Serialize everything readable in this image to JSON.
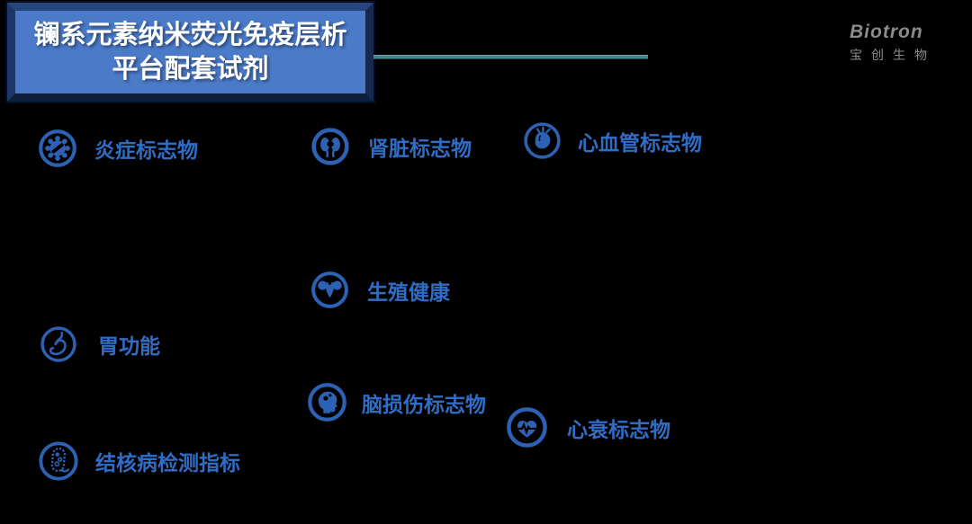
{
  "slide": {
    "background": "#000000"
  },
  "title_box": {
    "line1": "镧系元素纳米荧光免疫层析",
    "line2": "平台配套试剂",
    "fill_color": "#4b7ac8",
    "border_color": "#1d3766",
    "text_color": "#ffffff"
  },
  "divider": {
    "color": "#47838f"
  },
  "logo": {
    "brand": "Biotron",
    "company_cn": "宝创生物",
    "color": "#8b8b8b"
  },
  "items": [
    {
      "id": "inflammation",
      "label": "炎症标志物",
      "icon": "germ-icon"
    },
    {
      "id": "kidney",
      "label": "肾脏标志物",
      "icon": "kidneys-icon"
    },
    {
      "id": "cardiovascular",
      "label": "心血管标志物",
      "icon": "anatomical-heart-icon"
    },
    {
      "id": "reproductive",
      "label": "生殖健康",
      "icon": "uterus-icon"
    },
    {
      "id": "gastric",
      "label": "胃功能",
      "icon": "stomach-icon"
    },
    {
      "id": "brain-injury",
      "label": "脑损伤标志物",
      "icon": "head-brain-icon"
    },
    {
      "id": "heart-failure",
      "label": "心衰标志物",
      "icon": "heart-ecg-icon"
    },
    {
      "id": "tuberculosis",
      "label": "结核病检测指标",
      "icon": "tb-bacteria-icon"
    }
  ],
  "accent_color": "#316cc4"
}
